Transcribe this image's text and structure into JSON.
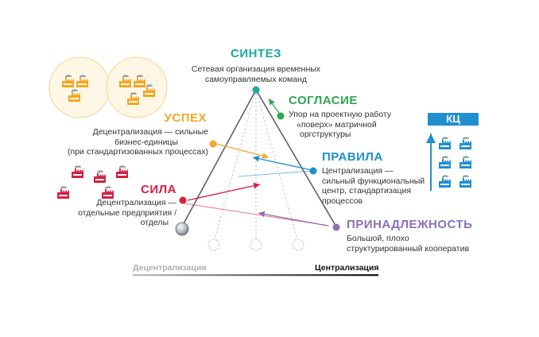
{
  "colors": {
    "synthesis": "#1ea89f",
    "agreement": "#2fa84f",
    "rules": "#1f8fd0",
    "success": "#f5a623",
    "power": "#d6203f",
    "belonging": "#8a6fb8",
    "gray": "#9aa3ab"
  },
  "stages": {
    "synthesis": {
      "title": "СИНТЕЗ",
      "desc": [
        "Сетевая организация временных",
        "самоуправляемых команд"
      ]
    },
    "agreement": {
      "title": "СОГЛАСИЕ",
      "desc": [
        "Упор на проектную работу",
        "«поверх» матричной",
        "оргструктуры"
      ]
    },
    "rules": {
      "title": "ПРАВИЛА",
      "desc": [
        "Централизация —",
        "сильный функциональный",
        "центр, стандартизация",
        "процессов"
      ]
    },
    "success": {
      "title": "УСПЕХ",
      "desc": [
        "Децентрализация — сильные",
        "бизнес-единицы",
        "(при стандартизованных процессах)"
      ]
    },
    "power": {
      "title": "СИЛА",
      "desc": [
        "Децентрализация —",
        "отдельные предприятия /",
        "отделы"
      ]
    },
    "belonging": {
      "title": "ПРИНАДЛЕЖНОСТЬ",
      "desc": [
        "Большой, плохо",
        "структурированный кооператив"
      ]
    }
  },
  "kc_badge": "КЦ",
  "axis": {
    "left": "Децентрализация",
    "right": "Централизация"
  },
  "icons": {
    "success_group": "factory-icon",
    "power_group": "factory-icon",
    "kc_group": "factory-icon"
  }
}
